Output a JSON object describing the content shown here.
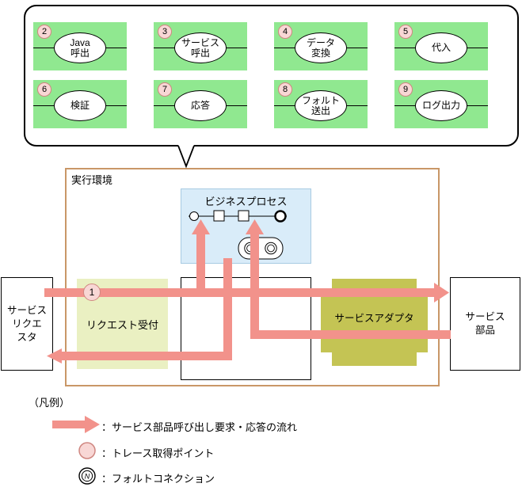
{
  "colors": {
    "green": "#90e890",
    "pink_fill": "#f8d7d5",
    "pink_border": "#cf8680",
    "arrow": "#f2928b",
    "env_border": "#c99767",
    "bp_fill": "#d9ecf9",
    "bp_border": "#a8cbe2",
    "request_fill": "#eaf0c2",
    "adapter_fill": "#c4c454"
  },
  "balloon": {
    "items": [
      {
        "number": "2",
        "line1": "Java",
        "line2": "呼出"
      },
      {
        "number": "3",
        "line1": "サービス",
        "line2": "呼出"
      },
      {
        "number": "4",
        "line1": "データ",
        "line2": "変換"
      },
      {
        "number": "5",
        "line1": "代入",
        "line2": ""
      },
      {
        "number": "6",
        "line1": "検証",
        "line2": ""
      },
      {
        "number": "7",
        "line1": "応答",
        "line2": ""
      },
      {
        "number": "8",
        "line1": "フォルト",
        "line2": "送出"
      },
      {
        "number": "9",
        "line1": "ログ出力",
        "line2": ""
      }
    ]
  },
  "diagram": {
    "env_label": "実行環境",
    "bp_label": "ビジネスプロセス",
    "requester_lines": [
      "サービス",
      "リクエ",
      "スタ"
    ],
    "request_box": "リクエスト受付",
    "adapter_label": "サービスアダプタ",
    "parts_lines": [
      "サービス",
      "部品"
    ],
    "trace_point_number": "1"
  },
  "legend": {
    "title": "（凡例）",
    "arrow_label": "：サービス部品呼び出し要求・応答の流れ",
    "trace_label": "：トレース取得ポイント",
    "fault_label": "：フォルトコネクション",
    "fault_letter": "N"
  }
}
